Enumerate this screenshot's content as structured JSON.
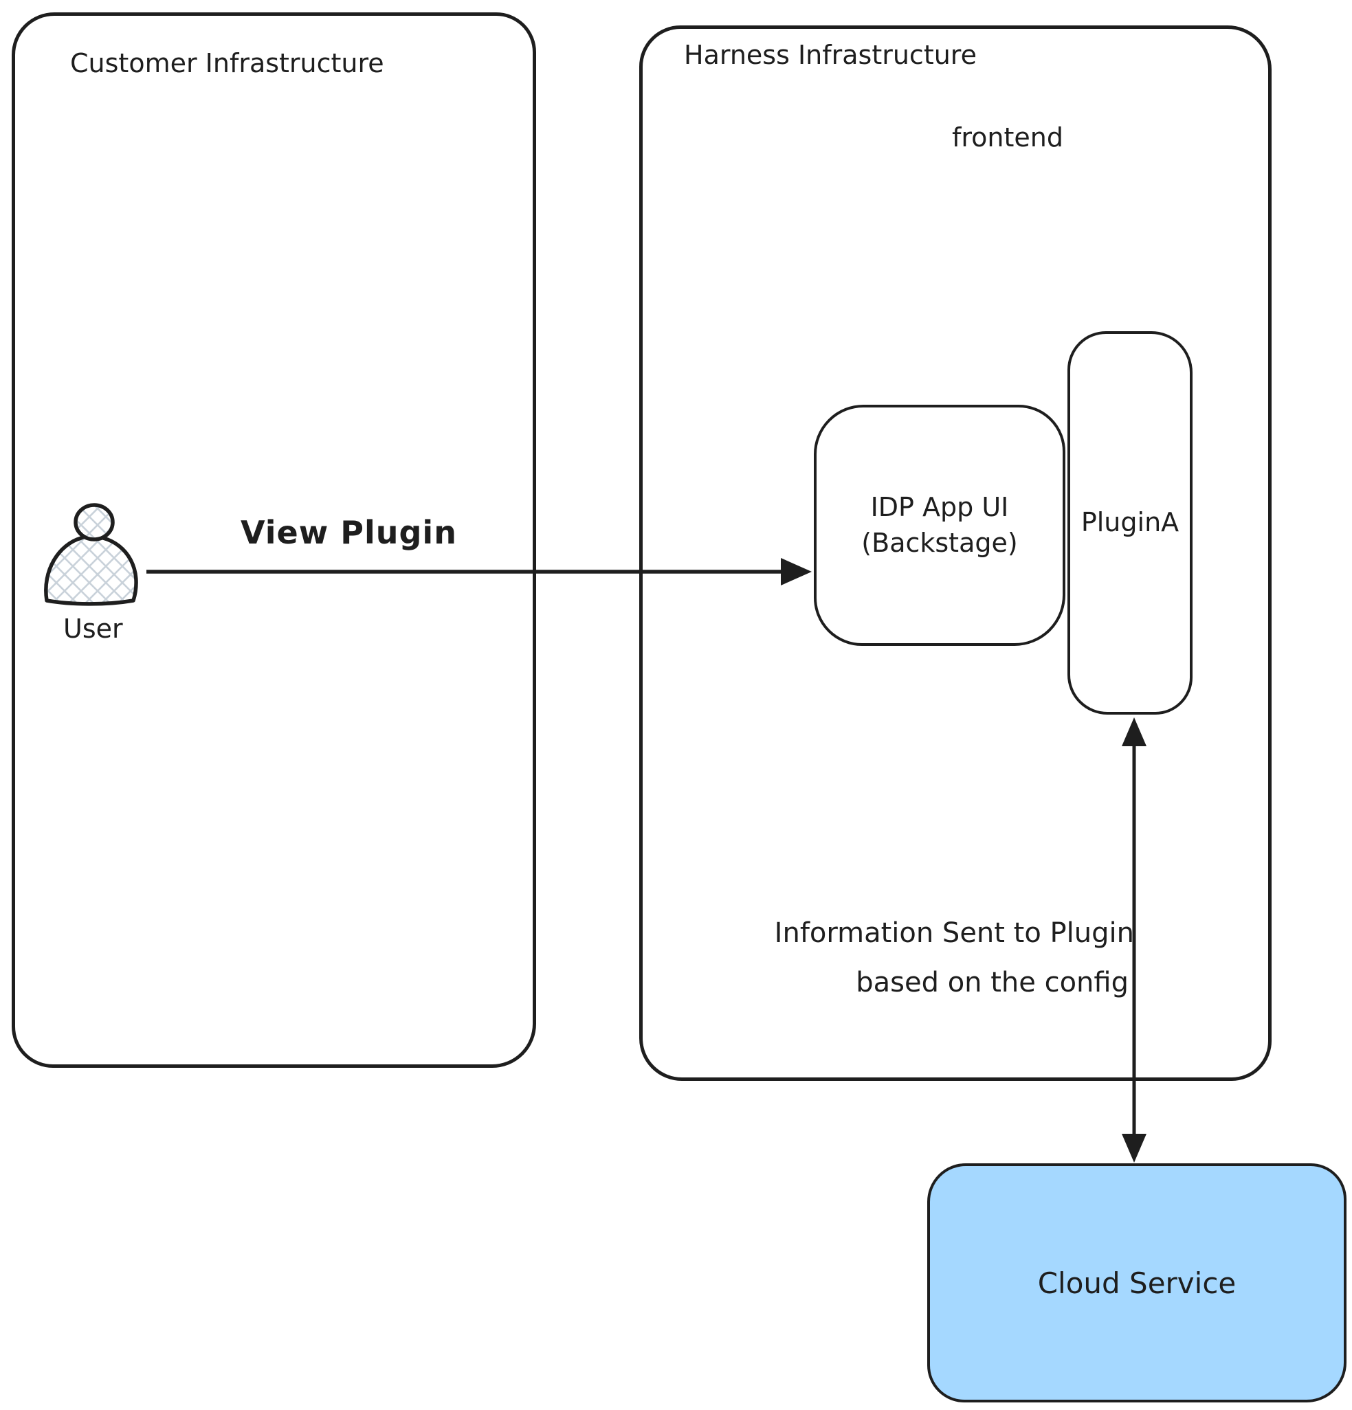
{
  "customer_box": {
    "title": "Customer Infrastructure",
    "user_label": "User"
  },
  "harness_box": {
    "title": "Harness Infrastructure",
    "frontend_label": "frontend",
    "idp_node": {
      "line1": "IDP App UI",
      "line2": "(Backstage)"
    },
    "plugin_node": {
      "label": "PluginA"
    }
  },
  "cloud_box": {
    "label": "Cloud Service"
  },
  "arrows": {
    "view_plugin_label": "View Plugin",
    "info_label_line1": "Information Sent to Plugin",
    "info_label_line2": "based on the config"
  },
  "colors": {
    "stroke": "#1e1e1e",
    "cloud_fill": "#a5d8ff",
    "user_hatch": "#c9d2da",
    "background": "#ffffff"
  }
}
